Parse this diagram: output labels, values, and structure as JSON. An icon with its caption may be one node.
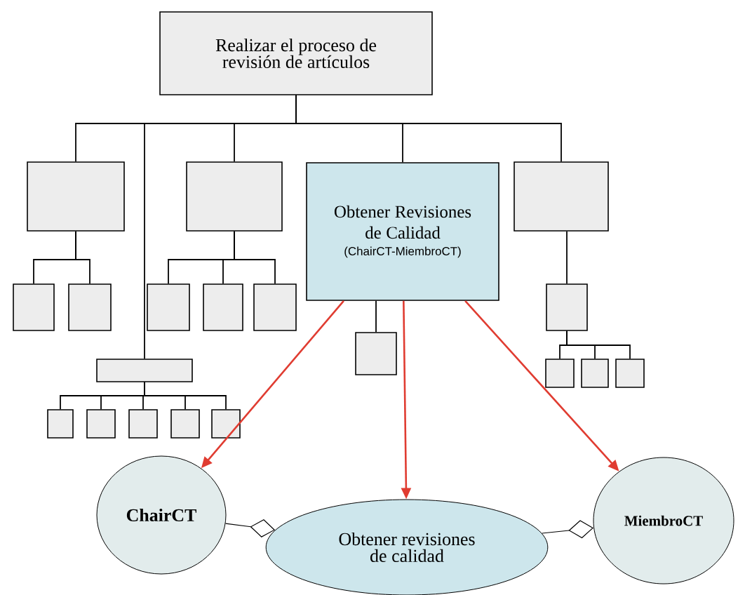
{
  "diagram": {
    "nodes": [
      {
        "text": [
          "Realizar el proceso de revisión de artículos"
        ]
      },
      {
        "text": [],
        "shape": "box"
      },
      {
        "text": [],
        "shape": "box"
      },
      {
        "text": [
          "Obtener Revisiones de Calidad",
          "(ChairCT-MiembroCT)"
        ]
      },
      {
        "text": [],
        "shape": "box"
      },
      {
        "text": [],
        "shape": "box"
      },
      {
        "text": [],
        "shape": "box"
      },
      {
        "text": [],
        "shape": "box"
      },
      {
        "text": [],
        "shape": "box"
      },
      {
        "text": [],
        "shape": "box"
      },
      {
        "text": [],
        "shape": "box"
      },
      {
        "text": [],
        "shape": "box"
      },
      {
        "text": [],
        "shape": "box"
      },
      {
        "text": [],
        "shape": "box"
      },
      {
        "text": [],
        "shape": "box"
      },
      {
        "text": [],
        "shape": "box"
      },
      {
        "text": [],
        "shape": "box"
      },
      {
        "text": [],
        "shape": "box"
      },
      {
        "text": [],
        "shape": "box"
      },
      {
        "text": [],
        "shape": "box"
      },
      {
        "text": [],
        "shape": "box"
      },
      {
        "text": [
          "ChairCT"
        ]
      },
      {
        "text": [
          "MiembroCT"
        ]
      },
      {
        "text": [
          "Obtener revisiones de calidad"
        ]
      }
    ],
    "edges": [
      {
        "from": 0,
        "to": 1,
        "arrow": "none"
      },
      {
        "from": 0,
        "to": 12,
        "arrow": "none"
      },
      {
        "from": 0,
        "to": 2,
        "arrow": "none"
      },
      {
        "from": 0,
        "to": 3,
        "arrow": "none"
      },
      {
        "from": 0,
        "to": 4,
        "arrow": "none"
      },
      {
        "from": 1,
        "to": 5,
        "arrow": "none"
      },
      {
        "from": 1,
        "to": 6,
        "arrow": "none"
      },
      {
        "from": 2,
        "to": 7,
        "arrow": "none"
      },
      {
        "from": 2,
        "to": 8,
        "arrow": "none"
      },
      {
        "from": 2,
        "to": 9,
        "arrow": "none"
      },
      {
        "from": 3,
        "to": 11,
        "arrow": "none"
      },
      {
        "from": 4,
        "to": 10,
        "arrow": "none"
      },
      {
        "from": 10,
        "to": 13,
        "arrow": "none"
      },
      {
        "from": 10,
        "to": 14,
        "arrow": "none"
      },
      {
        "from": 10,
        "to": 15,
        "arrow": "none"
      },
      {
        "from": 12,
        "to": 16,
        "arrow": "none"
      },
      {
        "from": 12,
        "to": 17,
        "arrow": "none"
      },
      {
        "from": 12,
        "to": 18,
        "arrow": "none"
      },
      {
        "from": 12,
        "to": 19,
        "arrow": "none"
      },
      {
        "from": 12,
        "to": 20,
        "arrow": "none"
      },
      {
        "from": 3,
        "to": 21,
        "arrow": "to",
        "color": "#e03c31"
      },
      {
        "from": 3,
        "to": 23,
        "arrow": "to",
        "color": "#e03c31"
      },
      {
        "from": 3,
        "to": 22,
        "arrow": "to",
        "color": "#e03c31"
      },
      {
        "from": 21,
        "to": 23,
        "arrow": "other"
      },
      {
        "from": 23,
        "to": 22,
        "arrow": "other"
      }
    ]
  }
}
